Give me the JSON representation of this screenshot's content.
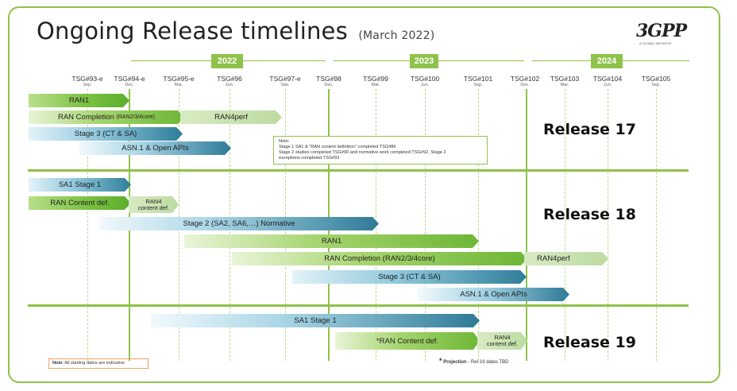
{
  "title": "Ongoing Release timelines",
  "subtitle": "(March 2022)",
  "logo": {
    "main": "3GPP",
    "sub": "A GLOBAL INITIATIVE"
  },
  "years": [
    "2022",
    "2023",
    "2024"
  ],
  "tsg": [
    {
      "name": "TSG#93-e",
      "month": "Sep."
    },
    {
      "name": "TSG#94-e",
      "month": "Dec."
    },
    {
      "name": "TSG#95-e",
      "month": "Mar."
    },
    {
      "name": "TSG#96",
      "month": "Jun."
    },
    {
      "name": "TSG#97-e",
      "month": "Sep."
    },
    {
      "name": "TSG#98",
      "month": "Dec."
    },
    {
      "name": "TSG#99",
      "month": "Mar."
    },
    {
      "name": "TSG#100",
      "month": "Jun."
    },
    {
      "name": "TSG#101",
      "month": "Sep."
    },
    {
      "name": "TSG#102",
      "month": "Dec."
    },
    {
      "name": "TSG#103",
      "month": "Mar."
    },
    {
      "name": "TSG#104",
      "month": "Jun."
    },
    {
      "name": "TSG#105",
      "month": "Sep."
    }
  ],
  "releases": {
    "r17": "Release 17",
    "r18": "Release 18",
    "r19": "Release 19"
  },
  "bars": {
    "r17_ran1": "RAN1",
    "r17_ran_completion_main": "RAN Completion",
    "r17_ran_completion_small": "(RAN2/3/4core)",
    "r17_ran4perf": "RAN4perf",
    "r17_stage3": "Stage 3 (CT & SA)",
    "r17_asn1": "ASN.1 & Open APIs",
    "r18_sa1": "SA1 Stage 1",
    "r18_ran_content": "RAN Content def.",
    "r18_ran4_content_l1": "RAN4",
    "r18_ran4_content_l2": "content def.",
    "r18_stage2": "Stage 2 (SA2, SA6,…) Normative",
    "r18_ran1": "RAN1",
    "r18_ran_completion": "RAN Completion (RAN2/3/4core)",
    "r18_ran4perf": "RAN4perf",
    "r18_stage3": "Stage 3 (CT & SA)",
    "r18_asn1": "ASN.1 & Open APIs",
    "r19_sa1": "SA1 Stage 1",
    "r19_ran_content": "*RAN Content def.",
    "r19_ran4_content_l1": "RAN4",
    "r19_ran4_content_l2": "content def."
  },
  "note_box": {
    "line1": "Note:",
    "line2": "Stage 1 SA1 & \"RAN content definition\" completed TSG#86",
    "line3": "Stage 2 studies completed TSG#90 and normative work completed TSG#92, Stage 2",
    "line4": "exceptions completed TSG#93"
  },
  "footnote": {
    "label": "Note",
    "text": ": All starting dates are indicative"
  },
  "projection": {
    "star": "*",
    "label": "Projection",
    "text": " - Rel-19 dates TBD"
  },
  "colors": {
    "accent_green": "#8fc24a",
    "bar_green": "#7cc242",
    "bar_blue": "#2f7d9a",
    "note_orange": "#f0a060"
  }
}
